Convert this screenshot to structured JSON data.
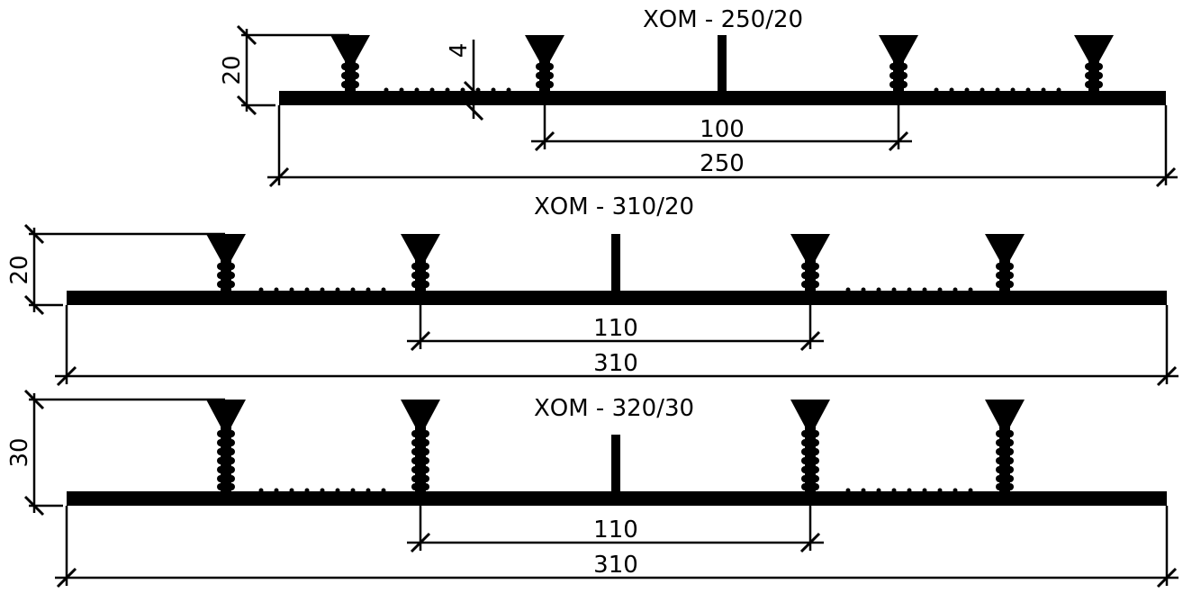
{
  "profiles": [
    {
      "title": "ХОМ - 250/20",
      "height_label": "20",
      "thickness_label": "4",
      "inner_dim_label": "100",
      "total_dim_label": "250"
    },
    {
      "title": "ХОМ - 310/20",
      "height_label": "20",
      "inner_dim_label": "110",
      "total_dim_label": "310"
    },
    {
      "title": "ХОМ - 320/30",
      "height_label": "30",
      "inner_dim_label": "110",
      "total_dim_label": "310"
    }
  ]
}
